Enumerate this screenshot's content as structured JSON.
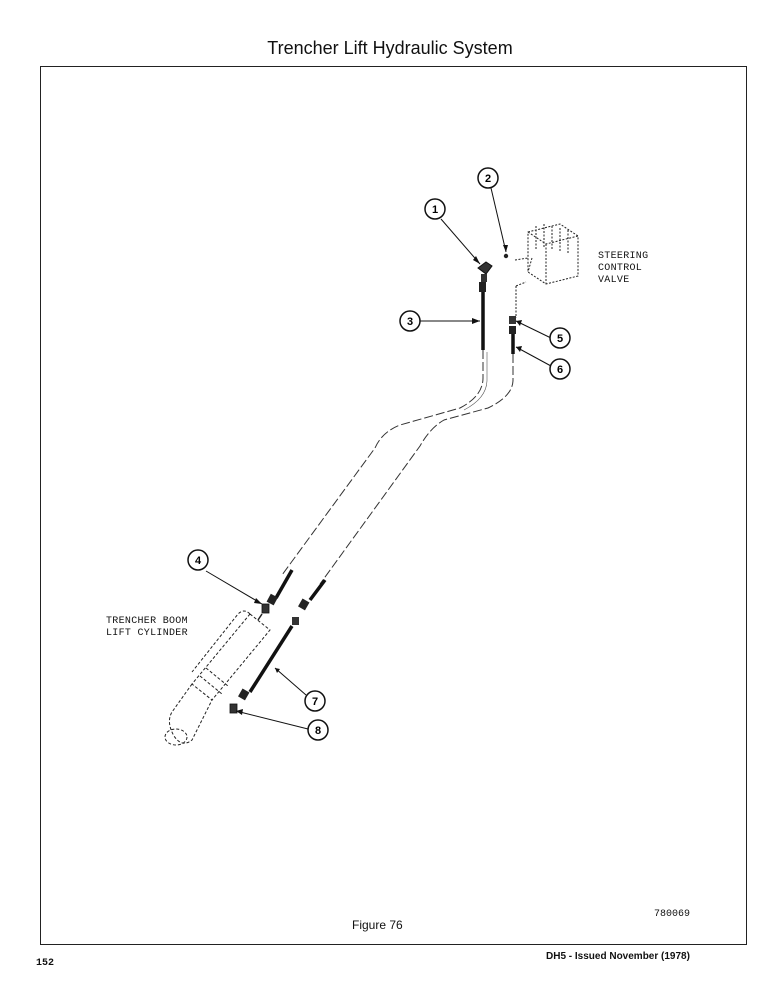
{
  "header": {
    "title": "Trencher Lift Hydraulic System"
  },
  "diagram": {
    "labels": {
      "steering": [
        "STEERING",
        "CONTROL",
        "VALVE"
      ],
      "cylinder": [
        "TRENCHER BOOM",
        "LIFT CYLINDER"
      ]
    },
    "callouts": [
      "1",
      "2",
      "3",
      "4",
      "5",
      "6",
      "7",
      "8"
    ]
  },
  "figure": {
    "caption": "Figure 76",
    "code": "780069"
  },
  "footer": {
    "page_number": "152",
    "issue": "DH5 - Issued November (1978)"
  }
}
